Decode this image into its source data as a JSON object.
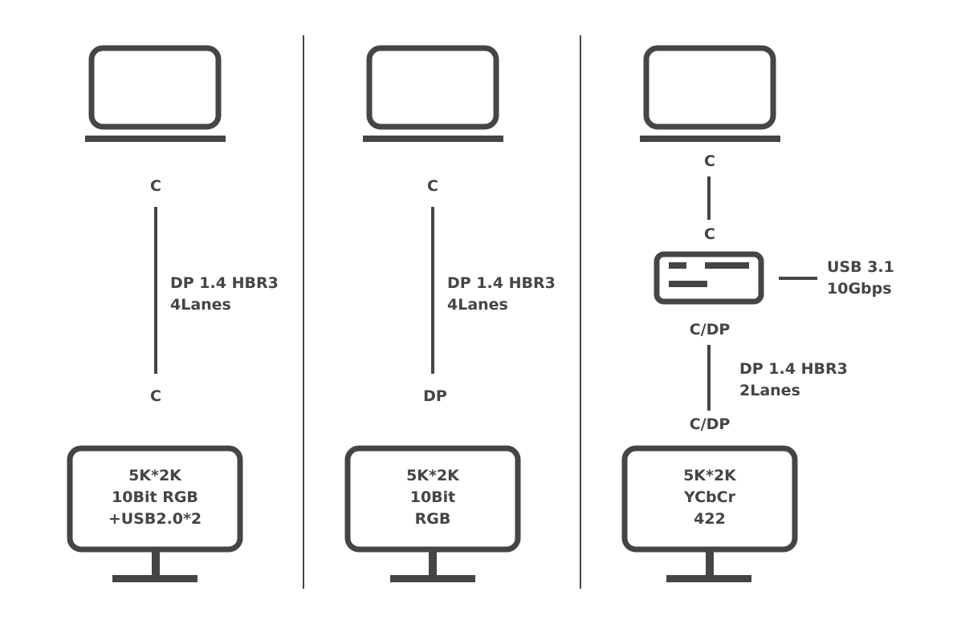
{
  "colors": {
    "ink": "#454545",
    "background": "#ffffff"
  },
  "icons": [
    "laptop-icon",
    "monitor-icon",
    "adapter-icon"
  ],
  "columns": [
    {
      "top_connector": "C",
      "link_label": [
        "DP 1.4 HBR3",
        "4Lanes"
      ],
      "bottom_connector": "C",
      "monitor_lines": [
        "5K*2K",
        "10Bit RGB",
        "+USB2.0*2"
      ]
    },
    {
      "top_connector": "C",
      "link_label": [
        "DP 1.4 HBR3",
        "4Lanes"
      ],
      "bottom_connector": "DP",
      "monitor_lines": [
        "5K*2K",
        "10Bit",
        "RGB"
      ]
    },
    {
      "top_connector": "C",
      "adapter_input": "C",
      "adapter_side_label": [
        "USB 3.1",
        "10Gbps"
      ],
      "adapter_output": "C/DP",
      "link_label": [
        "DP 1.4 HBR3",
        "2Lanes"
      ],
      "bottom_connector": "C/DP",
      "monitor_lines": [
        "5K*2K",
        "YCbCr",
        "422"
      ]
    }
  ]
}
